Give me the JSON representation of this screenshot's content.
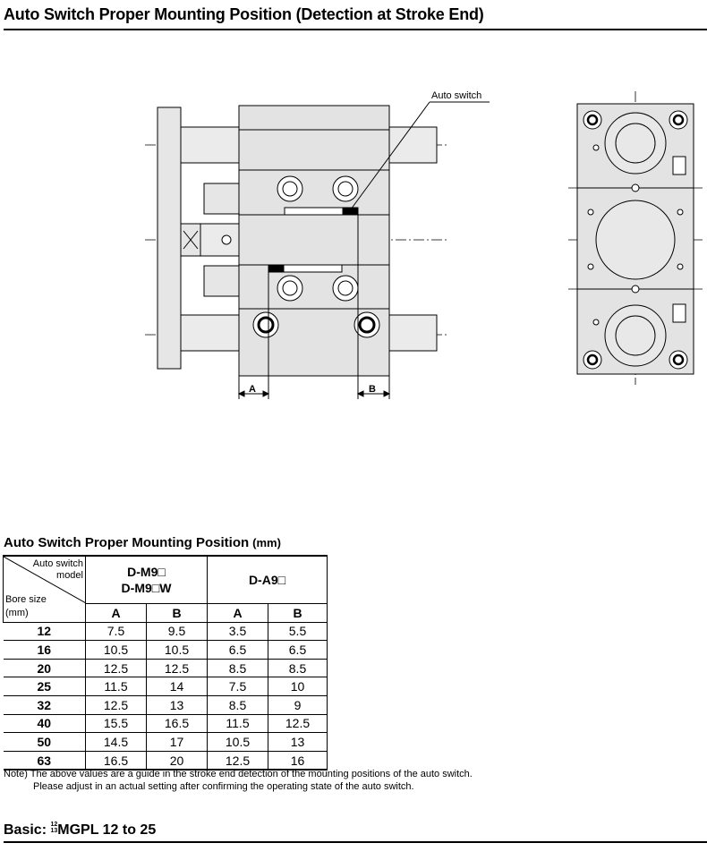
{
  "page": {
    "title": "Auto Switch Proper Mounting Position (Detection at Stroke End)"
  },
  "drawing": {
    "callout_label": "Auto switch",
    "dim_a": "A",
    "dim_b": "B"
  },
  "table": {
    "title": "Auto Switch Proper Mounting Position",
    "unit": "(mm)",
    "corner_top_line1": "Auto switch",
    "corner_top_line2": "model",
    "corner_bottom_line1": "Bore size",
    "corner_bottom_line2": "(mm)",
    "model1_line1": "D-M9□",
    "model1_line2": "D-M9□W",
    "model2": "D-A9□",
    "col_a": "A",
    "col_b": "B",
    "rows": [
      {
        "bore": "12",
        "m9_a": "7.5",
        "m9_b": "9.5",
        "a9_a": "3.5",
        "a9_b": "5.5"
      },
      {
        "bore": "16",
        "m9_a": "10.5",
        "m9_b": "10.5",
        "a9_a": "6.5",
        "a9_b": "6.5"
      },
      {
        "bore": "20",
        "m9_a": "12.5",
        "m9_b": "12.5",
        "a9_a": "8.5",
        "a9_b": "8.5"
      },
      {
        "bore": "25",
        "m9_a": "11.5",
        "m9_b": "14",
        "a9_a": "7.5",
        "a9_b": "10"
      },
      {
        "bore": "32",
        "m9_a": "12.5",
        "m9_b": "13",
        "a9_a": "8.5",
        "a9_b": "9"
      },
      {
        "bore": "40",
        "m9_a": "15.5",
        "m9_b": "16.5",
        "a9_a": "11.5",
        "a9_b": "12.5"
      },
      {
        "bore": "50",
        "m9_a": "14.5",
        "m9_b": "17",
        "a9_a": "10.5",
        "a9_b": "13"
      },
      {
        "bore": "63",
        "m9_a": "16.5",
        "m9_b": "20",
        "a9_a": "12.5",
        "a9_b": "16"
      }
    ]
  },
  "note": {
    "line1": "Note) The above values are a guide in the stroke end detection of the mounting positions of the auto switch.",
    "line2": "Please adjust in an actual setting after confirming the operating state of the auto switch."
  },
  "basic": {
    "prefix": "Basic: ",
    "sup_top": "12",
    "sup_bottom": "13",
    "model": "MGPL 12 to 25"
  }
}
